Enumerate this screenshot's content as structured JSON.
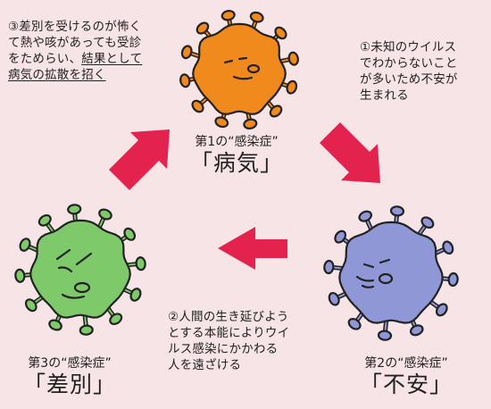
{
  "colors": {
    "background": "#f7e4e6",
    "arrow": "#e4224e",
    "virus_orange": "#f18a1c",
    "virus_blue": "#8f97d6",
    "virus_green": "#7ec96a",
    "outline": "#222222"
  },
  "notes": {
    "note1_lines": [
      "①未知のウイルス",
      "でわからないこと",
      "が多いため不安が",
      "生まれる"
    ],
    "note2_lines": [
      "②人間の生き延びよう",
      "とする本能によりウイ",
      "ルス感染にかかわる",
      "人を遠ざける"
    ],
    "note3_lines": [
      "③差別を受けるのが怖く",
      "て熱や咳があっても受診",
      "をためらい、",
      "結果として",
      "病気の拡散を招く"
    ]
  },
  "stages": {
    "first": {
      "small": "第1の“感染症”",
      "big": "「病気」",
      "icon": "orange-virus-icon"
    },
    "second": {
      "small": "第2の“感染症”",
      "big": "「不安」",
      "icon": "blue-virus-icon"
    },
    "third": {
      "small": "第3の“感染症”",
      "big": "「差別」",
      "icon": "green-virus-icon"
    }
  }
}
